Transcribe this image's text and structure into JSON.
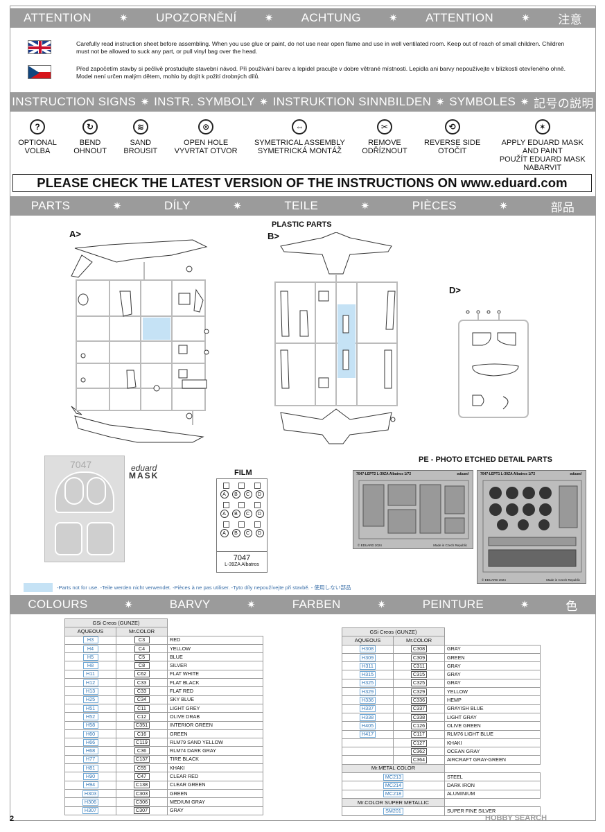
{
  "header_attention": [
    "ATTENTION",
    "UPOZORNĚNÍ",
    "ACHTUNG",
    "ATTENTION",
    "注意"
  ],
  "warnings": {
    "en": "Carefully read instruction sheet before assembling. When you use glue or paint, do not use near open flame and use in well ventilated room. Keep out of reach of small children. Children must not be allowed to suck any part, or pull vinyl bag over the head.",
    "cz": "Před započetím stavby si pečlivě prostudujte stavební návod. Při používání barev a lepidel pracujte v dobre větrané místnosti. Lepidla ani barvy nepoužívejte v blízkosti otevřeného ohně. Model není určen malým dětem, mohlo by dojít k požití drobných dílů."
  },
  "header_signs": [
    "INSTRUCTION SIGNS",
    "INSTR. SYMBOLY",
    "INSTRUKTION SINNBILDEN",
    "SYMBOLES",
    "記号の説明"
  ],
  "signs": [
    {
      "icon": "?",
      "label1": "OPTIONAL",
      "label2": "VOLBA"
    },
    {
      "icon": "↻",
      "label1": "BEND",
      "label2": "OHNOUT"
    },
    {
      "icon": "≋",
      "label1": "SAND",
      "label2": "BROUSIT"
    },
    {
      "icon": "⊙",
      "label1": "OPEN HOLE",
      "label2": "VYVRTAT OTVOR"
    },
    {
      "icon": "⇔",
      "label1": "SYMETRICAL ASSEMBLY",
      "label2": "SYMETRICKÁ MONTÁŽ"
    },
    {
      "icon": "✂",
      "label1": "REMOVE",
      "label2": "ODŘÍZNOUT"
    },
    {
      "icon": "⟲",
      "label1": "REVERSE SIDE",
      "label2": "OTOČIT"
    },
    {
      "icon": "✶",
      "label1": "APPLY EDUARD MASK AND PAINT",
      "label2": "POUŽÍT EDUARD MASK NABARVIT"
    }
  ],
  "notice": "PLEASE CHECK THE LATEST VERSION OF THE INSTRUCTIONS ON www.eduard.com",
  "header_parts": [
    "PARTS",
    "DÍLY",
    "TEILE",
    "PIÈCES",
    "部品"
  ],
  "parts": {
    "plastic_label": "PLASTIC PARTS",
    "sprue_a": "A>",
    "sprue_b": "B>",
    "sprue_d": "D>",
    "mask_code": "7047",
    "mask_brand": "eduard",
    "mask_word": "MASK",
    "film_label": "FILM",
    "film_letters": [
      "A",
      "B",
      "C",
      "D"
    ],
    "film_code": "7047",
    "film_name": "L-39ZA  Albatros",
    "pe_label": "PE - PHOTO ETCHED DETAIL PARTS",
    "pe1_title": "7047-LEPT2  L-39ZA Albatros  1/72",
    "pe1_brand": "eduard",
    "pe1_foot_left": "© EDUARD 2024",
    "pe1_foot_right": "Made in Czech Republic",
    "pe2_title": "7047-LEPT1  L-39ZA Albatros  1/72",
    "pe2_brand": "eduard",
    "pe2_foot_left": "© EDUARD 2024",
    "pe2_foot_right": "Made in Czech Republic",
    "not_for_use": "-Parts not for use. -Teile werden nicht verwendet. -Pièces à ne pas utiliser. -Tyto díly nepoužívejte při stavbě. -   使用しない部品"
  },
  "header_colours": [
    "COLOURS",
    "BARVY",
    "FARBEN",
    "PEINTURE",
    "色"
  ],
  "colour_table_left": {
    "brand": "GSi Creos (GUNZE)",
    "col_aqueous": "AQUEOUS",
    "col_mr": "Mr.COLOR",
    "rows": [
      [
        "H3",
        "C3",
        "RED"
      ],
      [
        "H4",
        "C4",
        "YELLOW"
      ],
      [
        "H5",
        "C5",
        "BLUE"
      ],
      [
        "H8",
        "C8",
        "SILVER"
      ],
      [
        "H11",
        "C62",
        "FLAT WHITE"
      ],
      [
        "H12",
        "C33",
        "FLAT BLACK"
      ],
      [
        "H13",
        "C33",
        "FLAT RED"
      ],
      [
        "H25",
        "C34",
        "SKY BLUE"
      ],
      [
        "H51",
        "C11",
        "LIGHT GREY"
      ],
      [
        "H52",
        "C12",
        "OLIVE DRAB"
      ],
      [
        "H58",
        "C351",
        "INTERIOR GREEN"
      ],
      [
        "H60",
        "C16",
        "GREEN"
      ],
      [
        "H66",
        "C119",
        "RLM79 SAND YELLOW"
      ],
      [
        "H68",
        "C36",
        "RLM74 DARK GRAY"
      ],
      [
        "H77",
        "C137",
        "TIRE BLACK"
      ],
      [
        "H81",
        "C55",
        "KHAKI"
      ],
      [
        "H90",
        "C47",
        "CLEAR RED"
      ],
      [
        "H94",
        "C138",
        "CLEAR GREEN"
      ],
      [
        "H303",
        "C303",
        "GREEN"
      ],
      [
        "H306",
        "C306",
        "MEDIUM GRAY"
      ],
      [
        "H307",
        "C307",
        "GRAY"
      ]
    ]
  },
  "colour_table_right": {
    "brand": "GSi Creos (GUNZE)",
    "col_aqueous": "AQUEOUS",
    "col_mr": "Mr.COLOR",
    "rows": [
      [
        "H308",
        "C308",
        "GRAY"
      ],
      [
        "H309",
        "C309",
        "GREEN"
      ],
      [
        "H311",
        "C311",
        "GRAY"
      ],
      [
        "H315",
        "C315",
        "GRAY"
      ],
      [
        "H325",
        "C325",
        "GRAY"
      ],
      [
        "H329",
        "C329",
        "YELLOW"
      ],
      [
        "H336",
        "C336",
        "HEMP"
      ],
      [
        "H337",
        "C337",
        "GRAYISH BLUE"
      ],
      [
        "H338",
        "C338",
        "LIGHT GRAY"
      ],
      [
        "H405",
        "C126",
        "OLIVE GREEN"
      ],
      [
        "H417",
        "C117",
        "RLM76 LIGHT BLUE"
      ],
      [
        "",
        "C127",
        "KHAKI"
      ],
      [
        "",
        "C362",
        "OCEAN GRAY"
      ],
      [
        "",
        "C364",
        "AIRCRAFT GRAY-GREEN"
      ]
    ],
    "metal_header": "Mr.METAL COLOR",
    "metal_rows": [
      [
        "MC213",
        "STEEL"
      ],
      [
        "MC214",
        "DARK IRON"
      ],
      [
        "MC218",
        "ALUMINIUM"
      ]
    ],
    "super_header": "Mr.COLOR SUPER METALLIC",
    "super_rows": [
      [
        "SM201",
        "SUPER FINE SILVER"
      ]
    ]
  },
  "page_number": "2",
  "watermark": "HOBBY SEARCH"
}
